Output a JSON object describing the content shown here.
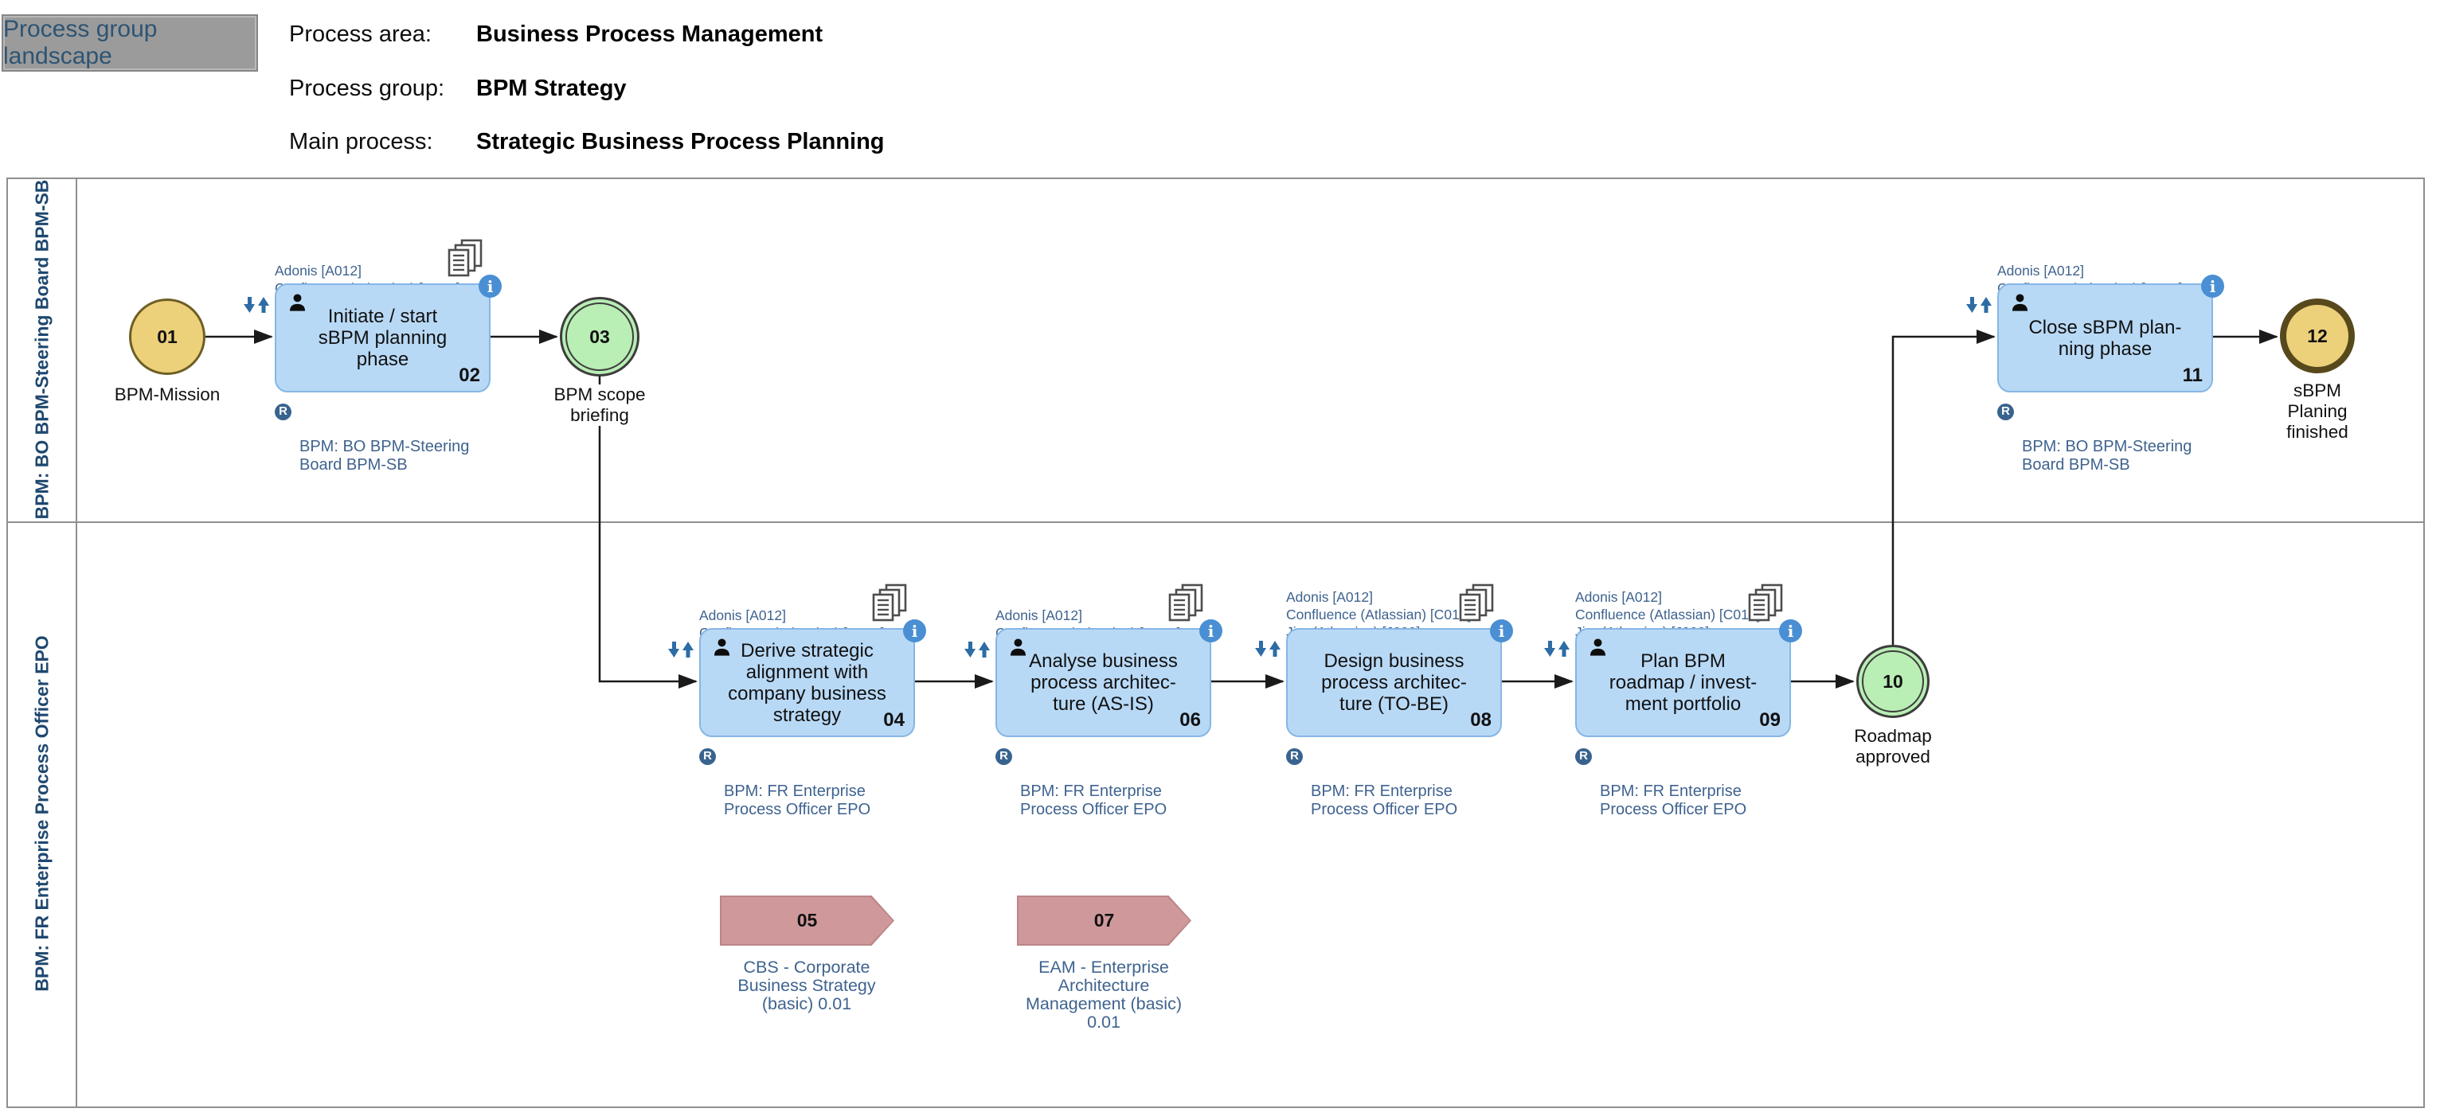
{
  "toolbar": {
    "button_label": "Process group landscape"
  },
  "header": {
    "area_label": "Process area:",
    "area_value": "Business Process Management",
    "group_label": "Process group:",
    "group_value": "BPM Strategy",
    "main_label": "Main process:",
    "main_value": "Strategic Business Process Planning"
  },
  "lanes": {
    "lane1": "BPM: BO BPM-Steering Board BPM-SB",
    "lane2": "BPM: FR Enterprise Process Officer EPO"
  },
  "icons": {
    "info": "i",
    "responsible": "R"
  },
  "tasks": {
    "t02": {
      "num": "02",
      "label": "Initiate / start\nsBPM planning\nphase",
      "tools": "Adonis [A012]\nConfluence (Atlassian) [C018]",
      "responsible": "BPM: BO BPM-Steering\nBoard BPM-SB"
    },
    "t04": {
      "num": "04",
      "label": "Derive strategic\nalignment with\ncompany business\nstrategy",
      "tools": "Adonis [A012]\nConfluence (Atlassian) [C018]",
      "responsible": "BPM: FR Enterprise\nProcess Officer EPO"
    },
    "t06": {
      "num": "06",
      "label": "Analyse business\nprocess architec-\nture (AS-IS)",
      "tools": "Adonis [A012]\nConfluence (Atlassian) [C018]",
      "responsible": "BPM: FR Enterprise\nProcess Officer EPO"
    },
    "t08": {
      "num": "08",
      "label": "Design business\nprocess architec-\nture (TO-BE)",
      "tools": "Adonis [A012]\nConfluence (Atlassian) [C018]\nJira (Atlassian) [J002]",
      "responsible": "BPM: FR Enterprise\nProcess Officer EPO"
    },
    "t09": {
      "num": "09",
      "label": "Plan BPM\nroadmap / invest-\nment portfolio",
      "tools": "Adonis [A012]\nConfluence (Atlassian) [C018]\nJira (Atlassian) [J002]",
      "responsible": "BPM: FR Enterprise\nProcess Officer EPO"
    },
    "t11": {
      "num": "11",
      "label": "Close sBPM plan-\nning phase",
      "tools": "Adonis [A012]\nConfluence (Atlassian) [C018]",
      "responsible": "BPM: BO BPM-Steering\nBoard BPM-SB"
    }
  },
  "events": {
    "e01": {
      "num": "01",
      "label": "BPM-Mission"
    },
    "e03": {
      "num": "03",
      "label": "BPM scope\nbriefing"
    },
    "e10": {
      "num": "10",
      "label": "Roadmap\napproved"
    },
    "e12": {
      "num": "12",
      "label": "sBPM\nPlaning\nfinished"
    }
  },
  "references": {
    "r05": {
      "num": "05",
      "label": "CBS - Corporate\nBusiness Strategy\n(basic) 0.01"
    },
    "r07": {
      "num": "07",
      "label": "EAM - Enterprise\nArchitecture\nManagement (basic)\n0.01"
    }
  },
  "palette": {
    "task_fill": "#b8d9f6",
    "task_border": "#86b6e4",
    "event_yellow": "#edd07a",
    "event_green": "#b9eeb5",
    "reference_pink": "#cf999b",
    "annotation_text": "#3f638f",
    "lane_label_text": "#1f4870",
    "info_blue": "#4a8fd3",
    "badge_blue": "#39638f",
    "connector_black": "#1a1a1a"
  }
}
